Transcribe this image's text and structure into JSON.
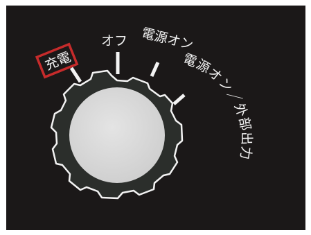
{
  "dial": {
    "positions": [
      {
        "label": "充電",
        "selected": true
      },
      {
        "label": "オフ",
        "selected": false
      },
      {
        "label": "電源オン",
        "selected": false
      },
      {
        "label": "電源オン／外部出力",
        "selected": false
      }
    ]
  },
  "colors": {
    "background": "#1b1818",
    "knob_body": "#2b2e2b",
    "knob_center": "#d9d9d9",
    "outline": "#f3f3f3",
    "highlight": "#c62b2b"
  }
}
